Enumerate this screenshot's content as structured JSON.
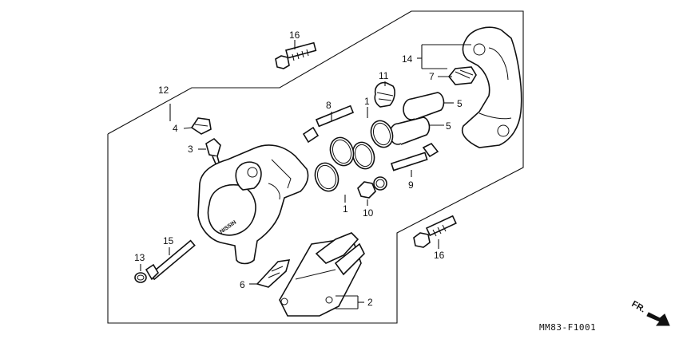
{
  "diagram": {
    "callouts": [
      {
        "id": "c16a",
        "text": "16"
      },
      {
        "id": "c12",
        "text": "12"
      },
      {
        "id": "c14",
        "text": "14"
      },
      {
        "id": "c7",
        "text": "7"
      },
      {
        "id": "c11",
        "text": "11"
      },
      {
        "id": "c8",
        "text": "8"
      },
      {
        "id": "c1a",
        "text": "1"
      },
      {
        "id": "c5a",
        "text": "5"
      },
      {
        "id": "c5b",
        "text": "5"
      },
      {
        "id": "c4",
        "text": "4"
      },
      {
        "id": "c3",
        "text": "3"
      },
      {
        "id": "c9",
        "text": "9"
      },
      {
        "id": "c1b",
        "text": "1"
      },
      {
        "id": "c10",
        "text": "10"
      },
      {
        "id": "c15",
        "text": "15"
      },
      {
        "id": "c13",
        "text": "13"
      },
      {
        "id": "c16b",
        "text": "16"
      },
      {
        "id": "c6",
        "text": "6"
      },
      {
        "id": "c2",
        "text": "2"
      }
    ],
    "figure_code": "MM83-F1001",
    "direction_label": "FR.",
    "caliper_mark": "NISSIN"
  }
}
